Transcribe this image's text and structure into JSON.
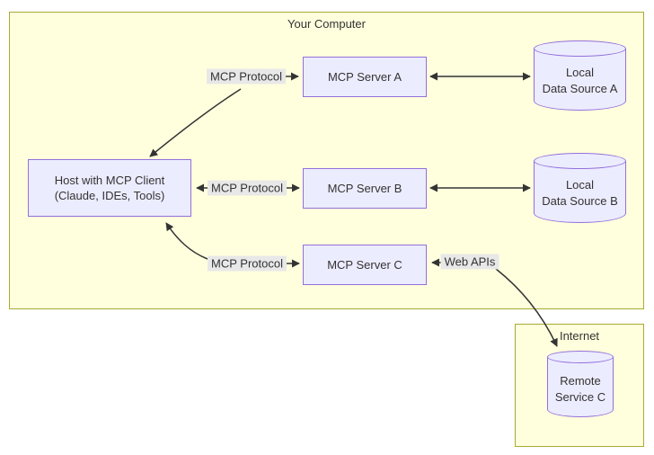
{
  "diagram": {
    "groups": {
      "your_computer": {
        "label": "Your Computer"
      },
      "internet": {
        "label": "Internet"
      }
    },
    "nodes": {
      "host": {
        "line1": "Host with MCP Client",
        "line2": "(Claude, IDEs, Tools)"
      },
      "server_a": {
        "label": "MCP Server A"
      },
      "server_b": {
        "label": "MCP Server B"
      },
      "server_c": {
        "label": "MCP Server C"
      },
      "data_source_a": {
        "line1": "Local",
        "line2": "Data Source A"
      },
      "data_source_b": {
        "line1": "Local",
        "line2": "Data Source B"
      },
      "remote_service_c": {
        "line1": "Remote",
        "line2": "Service C"
      }
    },
    "edge_labels": {
      "mcp_protocol_a": "MCP Protocol",
      "mcp_protocol_b": "MCP Protocol",
      "mcp_protocol_c": "MCP Protocol",
      "web_apis": "Web APIs"
    },
    "colors": {
      "group_fill": "#ffffde",
      "group_border": "#aaaa33",
      "node_fill": "#ececff",
      "node_border": "#9370db",
      "edge": "#333333",
      "edge_label_bg": "#e8e8e8",
      "text": "#333333"
    }
  }
}
